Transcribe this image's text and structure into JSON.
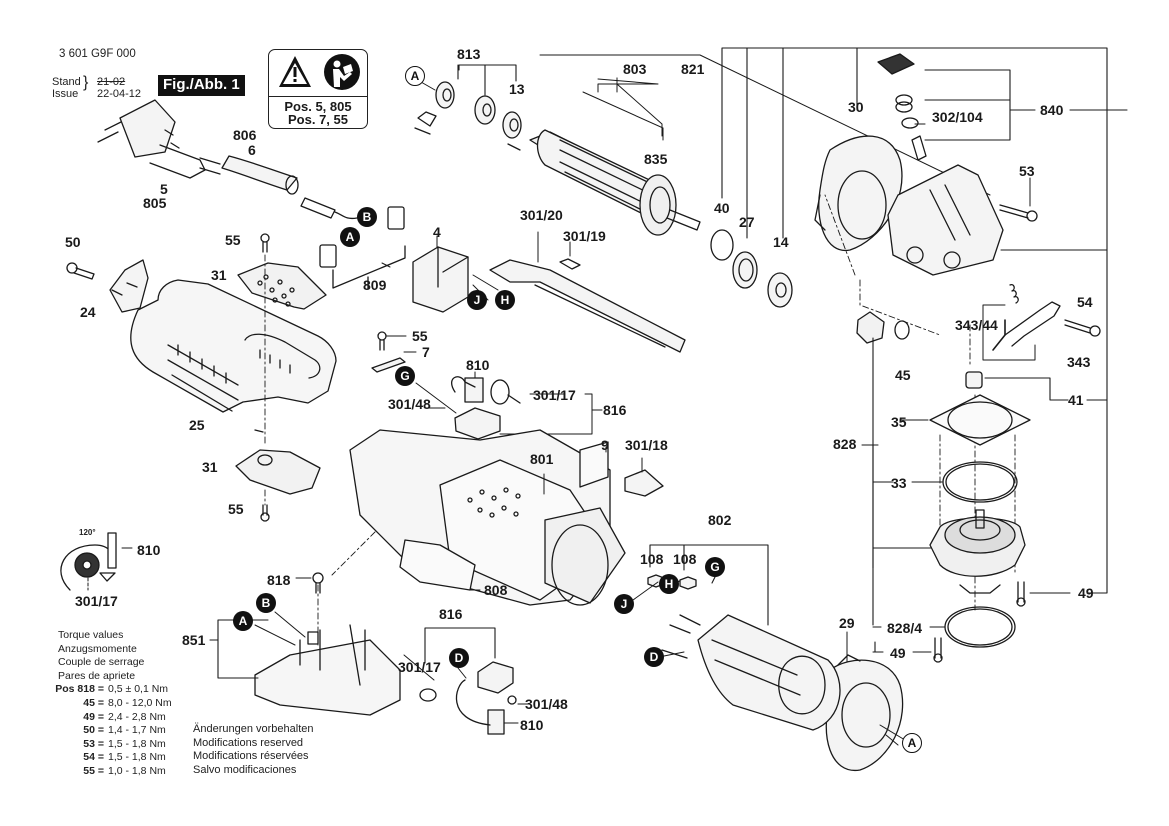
{
  "header": {
    "part_number": "3 601 G9F 000",
    "stand_label": "Stand",
    "issue_label": "Issue",
    "old_date": "21-02",
    "new_date": "22-04-12",
    "figure_label": "Fig./Abb. 1"
  },
  "warning_box": {
    "icons": [
      "warning-triangle-icon",
      "read-manual-icon"
    ],
    "line1": "Pos. 5, 805",
    "line2": "Pos. 7, 55"
  },
  "connection_markers": [
    "A",
    "B",
    "D",
    "G",
    "H",
    "J"
  ],
  "part_labels": {
    "p813": "813",
    "p13": "13",
    "p803": "803",
    "p835": "835",
    "p821": "821",
    "p40": "40",
    "p27": "27",
    "p14": "14",
    "p30": "30",
    "p302_104": "302/104",
    "p840": "840",
    "p53": "53",
    "p54": "54",
    "p343_44": "343/44",
    "p343": "343",
    "p45": "45",
    "p41": "41",
    "p35": "35",
    "p828": "828",
    "p33": "33",
    "p49a": "49",
    "p828_4": "828/4",
    "p49b": "49",
    "p29": "29",
    "p806": "806",
    "p6": "6",
    "p5": "5",
    "p805": "805",
    "p50": "50",
    "p24": "24",
    "p55a": "55",
    "p31a": "31",
    "p809": "809",
    "p25": "25",
    "p31b": "31",
    "p55b": "55",
    "p4": "4",
    "p301_20": "301/20",
    "p301_19": "301/19",
    "p55c": "55",
    "p7": "7",
    "p810a": "810",
    "p301_48a": "301/48",
    "p301_17a": "301/17",
    "p816a": "816",
    "p801": "801",
    "p9": "9",
    "p301_18": "301/18",
    "p808": "808",
    "p802": "802",
    "p108a": "108",
    "p108b": "108",
    "p810b": "810",
    "p301_17b": "301/17",
    "p120deg": "120°",
    "p818": "818",
    "p851": "851",
    "p816b": "816",
    "p301_17c": "301/17",
    "p301_48b": "301/48",
    "p810c": "810"
  },
  "torque": {
    "titles": [
      "Torque values",
      "Anzugsmomente",
      "Couple de serrage",
      "Pares de apriete"
    ],
    "rows": [
      {
        "pos": "Pos 818 =",
        "value": "0,5 ± 0,1 Nm"
      },
      {
        "pos": "45 =",
        "value": "8,0 - 12,0 Nm"
      },
      {
        "pos": "49 =",
        "value": "2,4 - 2,8 Nm"
      },
      {
        "pos": "50 =",
        "value": "1,4 - 1,7 Nm"
      },
      {
        "pos": "53 =",
        "value": "1,5 - 1,8 Nm"
      },
      {
        "pos": "54 =",
        "value": "1,5 - 1,8 Nm"
      },
      {
        "pos": "55 =",
        "value": "1,0 - 1,8 Nm"
      }
    ]
  },
  "modifications": [
    "Änderungen vorbehalten",
    "Modifications reserved",
    "Modifications réservées",
    "Salvo modificaciones"
  ]
}
